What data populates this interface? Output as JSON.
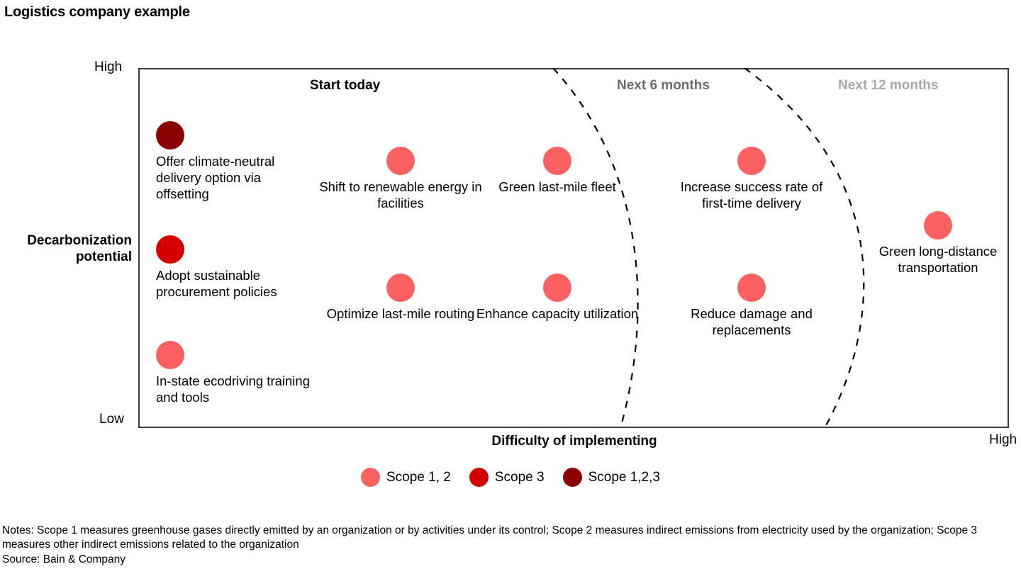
{
  "title": "Logistics company example",
  "axes": {
    "y_title": "Decarbonization potential",
    "y_high": "High",
    "y_low": "Low",
    "x_title": "Difficulty of implementing",
    "x_high": "High"
  },
  "horizons": [
    {
      "label": "Start today",
      "color": "#000000"
    },
    {
      "label": "Next 6 months",
      "color": "#6d6d6d"
    },
    {
      "label": "Next 12 months",
      "color": "#a8a8a8"
    }
  ],
  "legend": [
    {
      "label": "Scope 1, 2",
      "color": "#fb6161"
    },
    {
      "label": "Scope 3",
      "color": "#d40000"
    },
    {
      "label": "Scope 1,2,3",
      "color": "#8b0000"
    }
  ],
  "items": [
    {
      "label": "Offer climate-neutral delivery option via offsetting",
      "scope": "Scope 1,2,3",
      "color": "#8b0000"
    },
    {
      "label": "Adopt sustainable procurement policies",
      "scope": "Scope 3",
      "color": "#d40000"
    },
    {
      "label": "In-state ecodriving training and tools",
      "scope": "Scope 1, 2",
      "color": "#fb6161"
    },
    {
      "label": "Shift to renewable energy in facilities",
      "scope": "Scope 1, 2",
      "color": "#fb6161"
    },
    {
      "label": "Optimize last-mile routing",
      "scope": "Scope 1, 2",
      "color": "#fb6161"
    },
    {
      "label": "Green last-mile fleet",
      "scope": "Scope 1, 2",
      "color": "#fb6161"
    },
    {
      "label": "Enhance capacity utilization",
      "scope": "Scope 1, 2",
      "color": "#fb6161"
    },
    {
      "label": "Increase success rate of first-time delivery",
      "scope": "Scope 1, 2",
      "color": "#fb6161"
    },
    {
      "label": "Reduce damage and replacements",
      "scope": "Scope 1, 2",
      "color": "#fb6161"
    },
    {
      "label": "Green long-distance transportation",
      "scope": "Scope 1, 2",
      "color": "#fb6161"
    }
  ],
  "notes": "Notes: Scope 1 measures greenhouse gases directly emitted by an organization or by activities under its control; Scope 2 measures indirect emissions from electricity used by the organization; Scope 3 measures other indirect emissions related to the organization",
  "source": "Source: Bain & Company",
  "chart_data": {
    "type": "scatter",
    "title": "Logistics company example",
    "xlabel": "Difficulty of implementing",
    "ylabel": "Decarbonization potential",
    "xlim": [
      "Low",
      "High"
    ],
    "ylim": [
      "Low",
      "High"
    ],
    "grid": false,
    "legend_position": "bottom-center",
    "legend": [
      "Scope 1, 2",
      "Scope 3",
      "Scope 1,2,3"
    ],
    "bands": [
      {
        "name": "Start today",
        "x_range": [
          0.0,
          0.5
        ]
      },
      {
        "name": "Next 6 months",
        "x_range": [
          0.5,
          0.76
        ]
      },
      {
        "name": "Next 12 months",
        "x_range": [
          0.76,
          1.0
        ]
      }
    ],
    "points": [
      {
        "label": "Offer climate-neutral delivery option via offsetting",
        "x": 0.04,
        "y": 0.81,
        "series": "Scope 1,2,3",
        "band": "Start today"
      },
      {
        "label": "Adopt sustainable procurement policies",
        "x": 0.04,
        "y": 0.5,
        "series": "Scope 3",
        "band": "Start today"
      },
      {
        "label": "In-state ecodriving training and tools",
        "x": 0.04,
        "y": 0.22,
        "series": "Scope 1, 2",
        "band": "Start today"
      },
      {
        "label": "Shift to renewable energy in facilities",
        "x": 0.3,
        "y": 0.75,
        "series": "Scope 1, 2",
        "band": "Start today"
      },
      {
        "label": "Optimize last-mile routing",
        "x": 0.3,
        "y": 0.41,
        "series": "Scope 1, 2",
        "band": "Start today"
      },
      {
        "label": "Green last-mile fleet",
        "x": 0.48,
        "y": 0.75,
        "series": "Scope 1, 2",
        "band": "Start today"
      },
      {
        "label": "Enhance capacity utilization",
        "x": 0.48,
        "y": 0.41,
        "series": "Scope 1, 2",
        "band": "Start today"
      },
      {
        "label": "Increase success rate of first-time delivery",
        "x": 0.7,
        "y": 0.75,
        "series": "Scope 1, 2",
        "band": "Next 6 months"
      },
      {
        "label": "Reduce damage and replacements",
        "x": 0.7,
        "y": 0.41,
        "series": "Scope 1, 2",
        "band": "Next 6 months"
      },
      {
        "label": "Green long-distance transportation",
        "x": 0.92,
        "y": 0.58,
        "series": "Scope 1, 2",
        "band": "Next 12 months"
      }
    ]
  }
}
